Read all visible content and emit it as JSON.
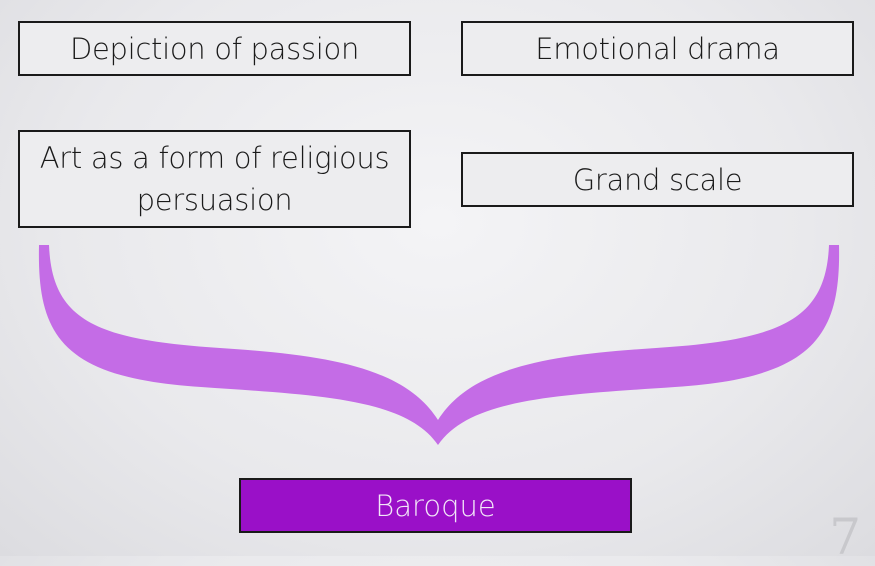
{
  "diagram": {
    "boxes": [
      {
        "label": "Depiction of passion"
      },
      {
        "label": "Emotional drama"
      },
      {
        "label": "Art as a form of religious persuasion"
      },
      {
        "label": "Grand scale"
      }
    ],
    "result": {
      "label": "Baroque"
    },
    "slide_number": "7"
  },
  "colors": {
    "brace": "#c46ce6",
    "result_fill": "#9a10c8",
    "box_fill": "#ededef",
    "border": "#1a1a1a"
  }
}
